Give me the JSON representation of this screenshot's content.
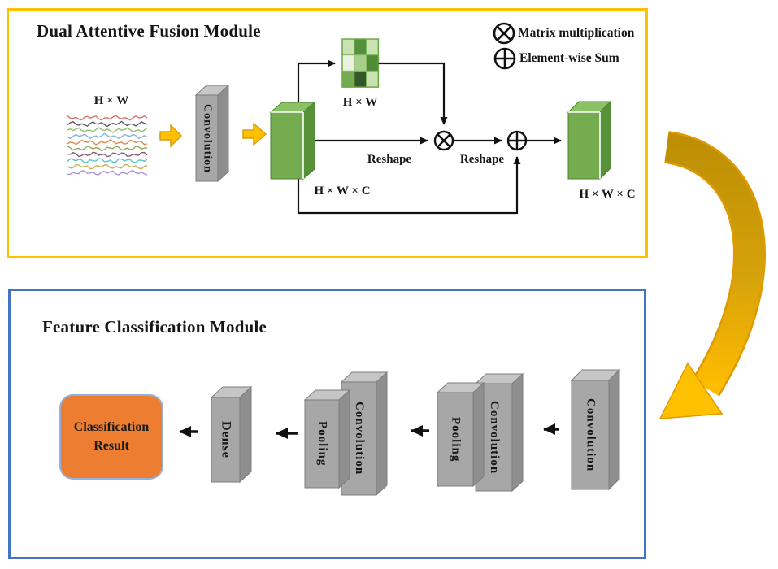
{
  "dafm": {
    "title": "Dual Attentive Fusion Module",
    "input_label": "H × W",
    "conv_label": "Convolution",
    "feature_label": "H × W × C",
    "attention_map_label": "H × W",
    "reshape_left": "Reshape",
    "reshape_right": "Reshape",
    "output_label": "H × W × C",
    "legend": {
      "matmul": "Matrix multiplication",
      "sum": "Element-wise Sum"
    },
    "signal_colors": [
      "#D9706A",
      "#5E5E5E",
      "#94BE70",
      "#85B4DC",
      "#E08A51",
      "#94A65A",
      "#8A5D6E",
      "#5BC8C3",
      "#CCAF56",
      "#AF93D3"
    ],
    "attention_grid_colors": [
      [
        "#C8E2B0",
        "#56903A",
        "#C8E2B0"
      ],
      [
        "#EAF3E1",
        "#A9CF8D",
        "#4F8A35"
      ],
      [
        "#74AB4E",
        "#33572B",
        "#C8E2B0"
      ]
    ]
  },
  "fcm": {
    "title": "Feature Classification Module",
    "conv3_label": "Convolution",
    "pool2_label": "Pooling",
    "conv2_label": "Convolution",
    "pool1_label": "Pooling",
    "dense_label": "Dense",
    "result_label": "Classification Result"
  },
  "colors": {
    "dafm_border": "#FFC000",
    "fcm_border": "#4472C4",
    "block_arrow_fill": "#FFC000",
    "curved_arrow_fill": "#FFC000",
    "green_cube_front": "#74AC4F",
    "gray_box_front": "#A7A7A7",
    "result_fill": "#ED7D31",
    "connector": "#111111"
  }
}
